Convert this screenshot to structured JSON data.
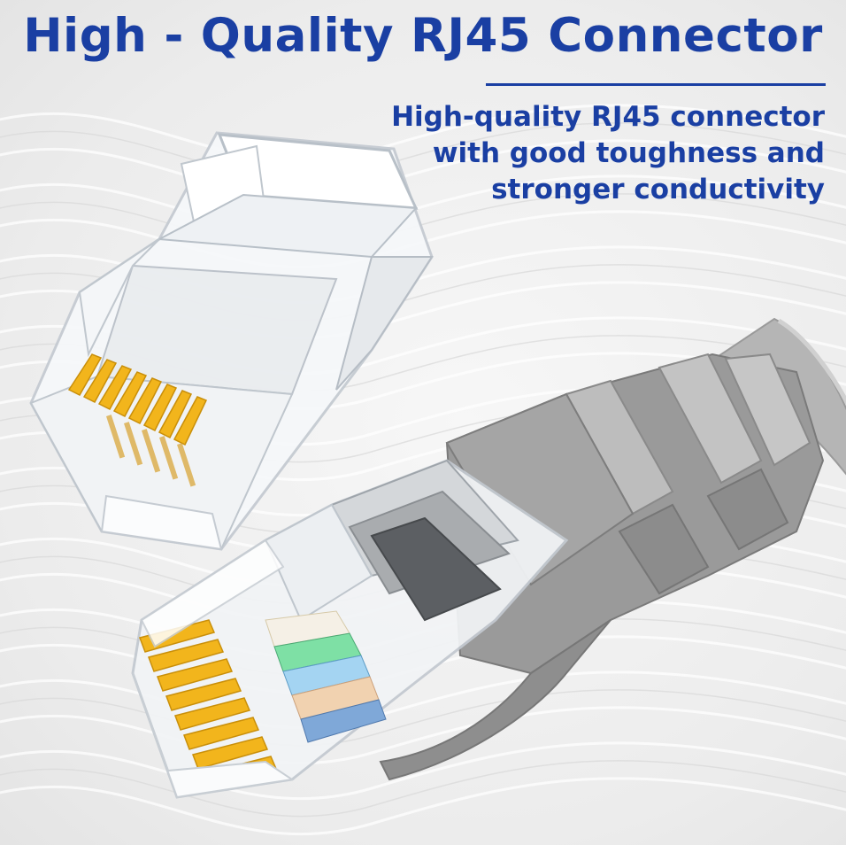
{
  "headline": "High - Quality RJ45 Connector",
  "description": {
    "lines": [
      "High-quality RJ45 connector",
      "with good toughness and",
      "stronger conductivity"
    ]
  },
  "colors": {
    "brand_blue": "#1a3fa3",
    "contact_gold": "#f2b51c",
    "boot_gray": "#8f8f8f",
    "cable_gray": "#b5b5b5"
  }
}
